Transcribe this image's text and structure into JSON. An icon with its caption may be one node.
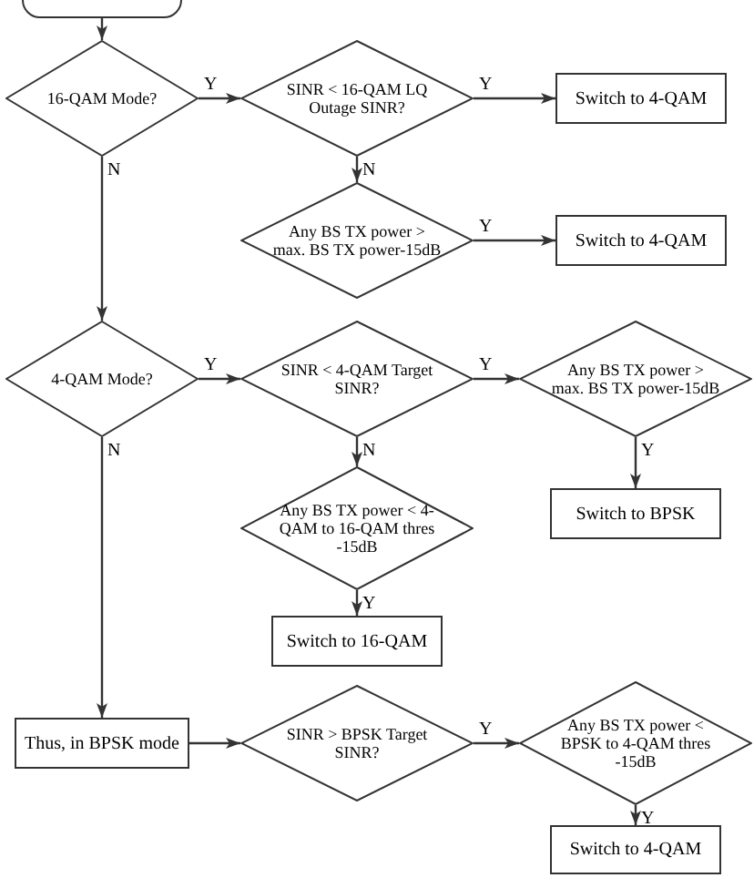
{
  "diagram": {
    "nodes": [
      {
        "text": [],
        "shape": "box"
      },
      {
        "text": [
          "16-QAM Mode?"
        ]
      },
      {
        "text": [
          "SINR < 16-QAM LQ Outage SINR?"
        ]
      },
      {
        "text": [
          "Switch to 4-QAM"
        ]
      },
      {
        "text": [
          "Any BS TX power > max. BS TX power-15dB"
        ]
      },
      {
        "text": [
          "Switch to 4-QAM"
        ]
      },
      {
        "text": [
          "4-QAM Mode?"
        ]
      },
      {
        "text": [
          "SINR < 4-QAM Target SINR?"
        ]
      },
      {
        "text": [
          "Any BS TX power > max. BS TX power-15dB"
        ]
      },
      {
        "text": [
          "Switch to BPSK"
        ]
      },
      {
        "text": [
          "Any BS TX power < 4-QAM to 16-QAM thres -15dB"
        ]
      },
      {
        "text": [
          "Switch to 16-QAM"
        ]
      },
      {
        "text": [
          "Thus, in BPSK mode"
        ]
      },
      {
        "text": [
          "SINR > BPSK Target SINR?"
        ]
      },
      {
        "text": [
          "Any BS TX power < BPSK to 4-QAM thres -15dB"
        ]
      },
      {
        "text": [
          "Switch to 4-QAM"
        ]
      }
    ],
    "edges": [
      {
        "from": 0,
        "to": 1,
        "arrow": "to"
      },
      {
        "from": 1,
        "to": 2,
        "arrow": "to",
        "label": "Y"
      },
      {
        "from": 2,
        "to": 3,
        "arrow": "to",
        "label": "Y"
      },
      {
        "from": 2,
        "to": 4,
        "arrow": "to",
        "label": "N"
      },
      {
        "from": 4,
        "to": 5,
        "arrow": "to",
        "label": "Y"
      },
      {
        "from": 1,
        "to": 6,
        "arrow": "to",
        "label": "N"
      },
      {
        "from": 6,
        "to": 7,
        "arrow": "to",
        "label": "Y"
      },
      {
        "from": 7,
        "to": 8,
        "arrow": "to",
        "label": "Y"
      },
      {
        "from": 8,
        "to": 9,
        "arrow": "to",
        "label": "Y"
      },
      {
        "from": 7,
        "to": 10,
        "arrow": "to",
        "label": "N"
      },
      {
        "from": 10,
        "to": 11,
        "arrow": "to",
        "label": "Y"
      },
      {
        "from": 6,
        "to": 12,
        "arrow": "to",
        "label": "N"
      },
      {
        "from": 12,
        "to": 13,
        "arrow": "to"
      },
      {
        "from": 13,
        "to": 14,
        "arrow": "to",
        "label": "Y"
      },
      {
        "from": 14,
        "to": 15,
        "arrow": "to",
        "label": "Y"
      }
    ]
  }
}
